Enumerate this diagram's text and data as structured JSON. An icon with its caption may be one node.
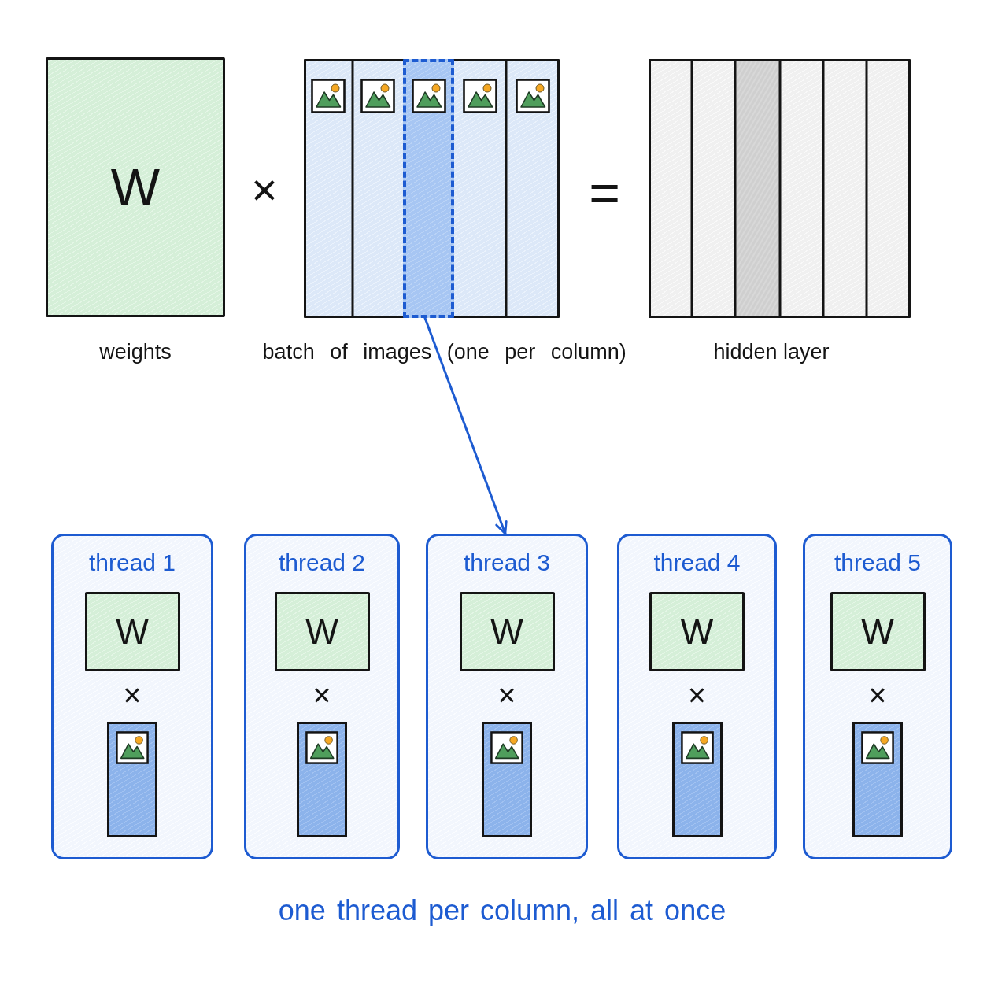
{
  "diagram": {
    "caption": "one thread per column, all at once",
    "nodes": [
      {
        "text": [
          "W"
        ],
        "beside": [
          "weights"
        ]
      },
      {
        "text": [],
        "shape": "box",
        "beside": [
          "batch of images (one per column)"
        ]
      },
      {
        "text": [],
        "shape": "box",
        "in": 1
      },
      {
        "text": [],
        "shape": "box",
        "beside": [
          "hidden layer"
        ]
      },
      {
        "text": [
          "thread 1",
          "×"
        ]
      },
      {
        "text": [
          "W"
        ],
        "in": 4
      },
      {
        "text": [
          "thread 2",
          "×"
        ]
      },
      {
        "text": [
          "W"
        ],
        "in": 6
      },
      {
        "text": [
          "thread 3",
          "×"
        ]
      },
      {
        "text": [
          "W"
        ],
        "in": 8
      },
      {
        "text": [
          "thread 4",
          "×"
        ]
      },
      {
        "text": [
          "W"
        ],
        "in": 10
      },
      {
        "text": [
          "thread 5",
          "×"
        ]
      },
      {
        "text": [
          "W"
        ],
        "in": 12
      }
    ],
    "edges": [
      {
        "from": 2,
        "to": 8,
        "arrow": "to"
      }
    ],
    "labels": [
      "×",
      "="
    ]
  }
}
